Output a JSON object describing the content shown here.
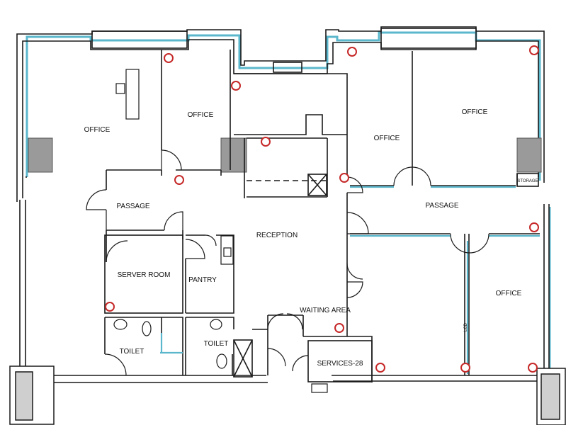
{
  "plan": {
    "rooms": {
      "office_nw": "OFFICE",
      "office_n": "OFFICE",
      "office_ne_left": "OFFICE",
      "office_ne_right": "OFFICE",
      "office_se": "OFFICE",
      "passage_w": "PASSAGE",
      "passage_e": "PASSAGE",
      "reception": "RECEPTION",
      "server_room": "SERVER ROOM",
      "pantry": "PANTRY",
      "toilet_w": "TOILET",
      "toilet_e": "TOILET",
      "waiting_area": "WAITING AREA",
      "services": "SERVICES-28",
      "storage": "STORAGE",
      "lcd": "LCD"
    },
    "colors": {
      "wall": "#1a1a1a",
      "glass": "#5bb7cc",
      "column": "#9a9a9a",
      "sprinkler": "#c62828"
    }
  }
}
